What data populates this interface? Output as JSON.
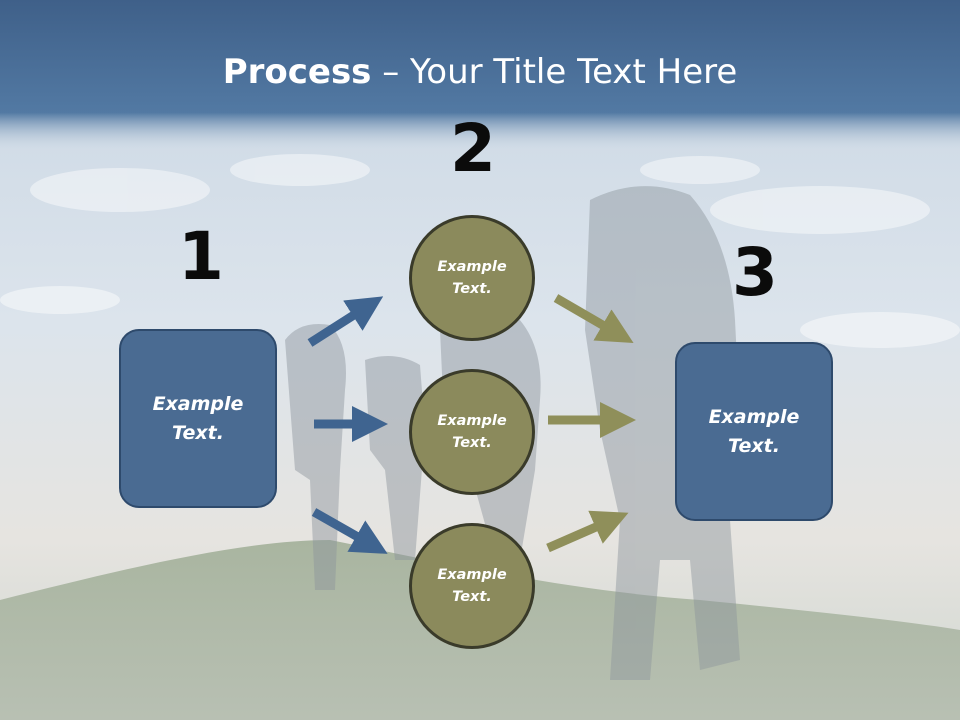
{
  "title": {
    "bold": "Process",
    "rest": " – Your Title Text Here"
  },
  "steps": {
    "n1": "1",
    "n2": "2",
    "n3": "3"
  },
  "input_box": {
    "label": "Example\nText."
  },
  "circles": [
    {
      "label": "Example\nText."
    },
    {
      "label": "Example\nText."
    },
    {
      "label": "Example\nText."
    }
  ],
  "output_box": {
    "label": "Example\nText."
  },
  "colors": {
    "header": "#4a6d96",
    "box_fill": "#4a6b92",
    "circle_fill": "#8b8a5c",
    "arrow_blue": "#3f6490",
    "arrow_olive": "#8f8f5a"
  }
}
